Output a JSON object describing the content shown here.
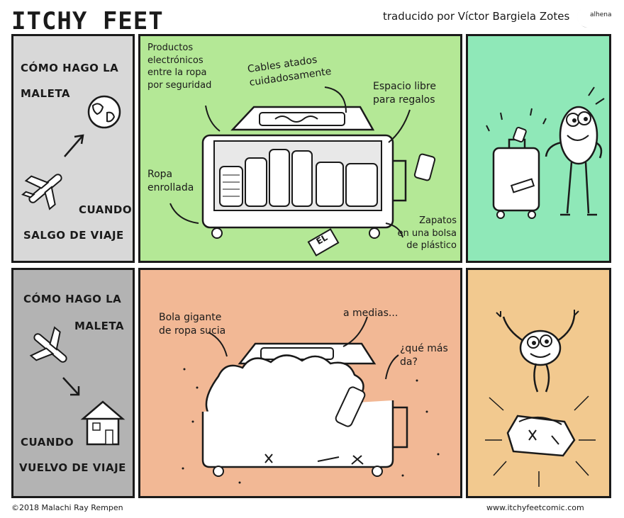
{
  "header": {
    "title": "ITCHY FEET",
    "credit": "traducido por Víctor Bargiela Zotes",
    "logo_text": "alhena"
  },
  "colors": {
    "panel1": "#d8d8d8",
    "panel2": "#b4e896",
    "panel3": "#8fe8b8",
    "panel4": "#b3b3b3",
    "panel5": "#f2b895",
    "panel6": "#f2c98f"
  },
  "panels": {
    "top_left": {
      "heading_line1": "CÓMO HAGO LA",
      "heading_line2": "MALETA",
      "footer_line1": "CUANDO",
      "footer_line2": "SALGO DE VIAJE"
    },
    "top_middle": {
      "label_electronics": [
        "Productos",
        "electrónicos",
        "entre la ropa",
        "por seguridad"
      ],
      "label_cables": [
        "Cables atados",
        "cuidadosamente"
      ],
      "label_space": [
        "Espacio libre",
        "para regalos"
      ],
      "label_rolled": [
        "Ropa",
        "enrollada"
      ],
      "label_shoes": [
        "Zapatos",
        "en una bolsa",
        "de plástico"
      ],
      "tag": "EL"
    },
    "bottom_left": {
      "heading_line1": "CÓMO HAGO LA",
      "heading_line2": "MALETA",
      "footer_line1": "CUANDO",
      "footer_line2": "VUELVO DE VIAJE"
    },
    "bottom_middle": {
      "label_ball": [
        "Bola gigante",
        "de ropa sucia"
      ],
      "label_half": "a medias...",
      "label_who": [
        "¿qué más",
        "da?"
      ]
    }
  },
  "footer": {
    "copyright": "©2018 Malachi Ray Rempen",
    "website": "www.itchyfeetcomic.com"
  }
}
